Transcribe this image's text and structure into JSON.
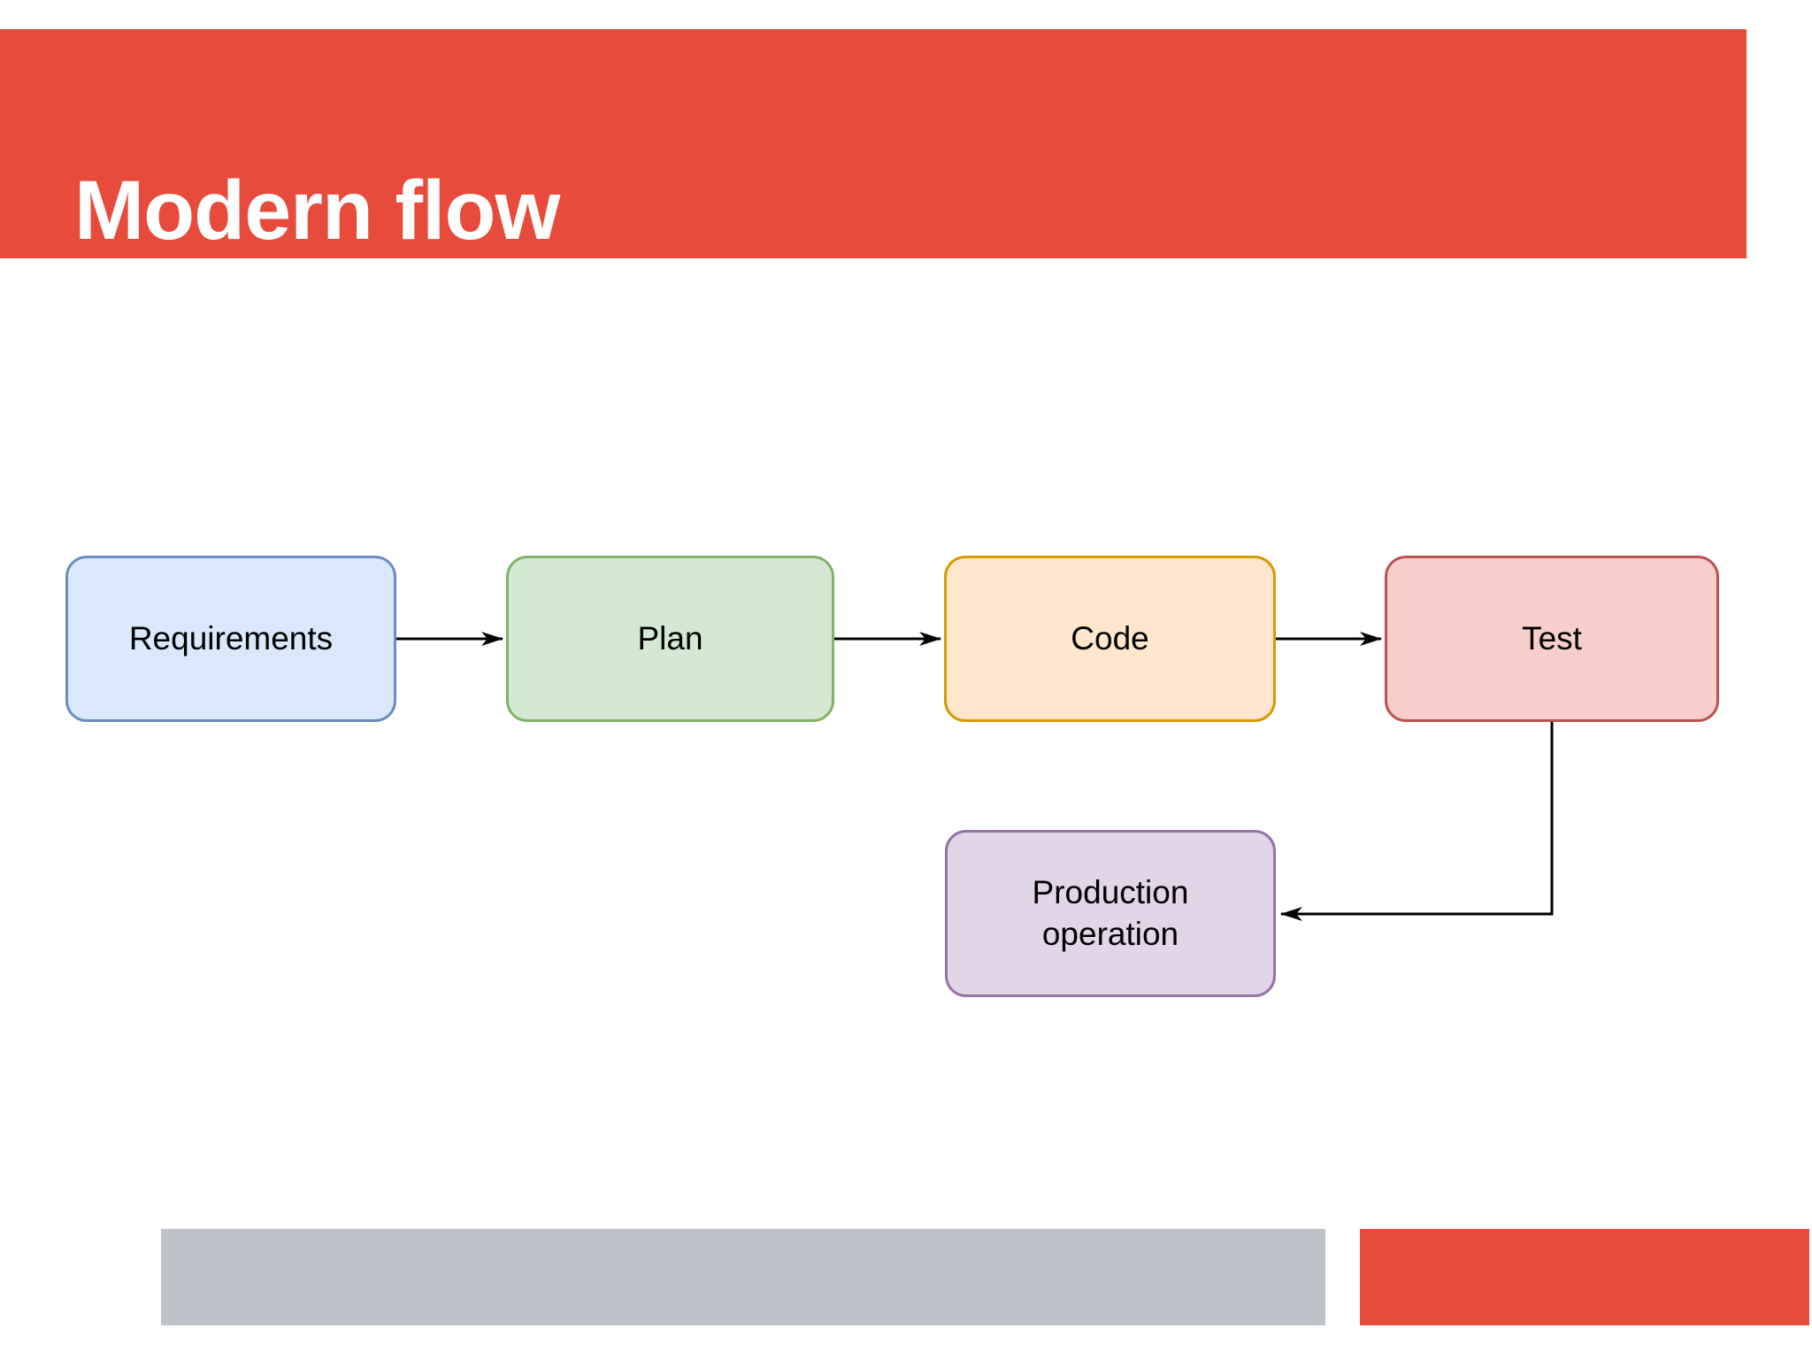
{
  "slide": {
    "title": "Modern flow"
  },
  "colors": {
    "accent_red": "#E64B3C",
    "title_text": "#FFFFFF",
    "label_text": "#000000",
    "arrow": "#000000",
    "footer_gray": "#BEC2C9"
  },
  "flowchart": {
    "nodes": [
      {
        "id": "requirements",
        "label": "Requirements",
        "fill": "#DAE8FC",
        "stroke": "#6C8EBF"
      },
      {
        "id": "plan",
        "label": "Plan",
        "fill": "#D5E8D4",
        "stroke": "#82B366"
      },
      {
        "id": "code",
        "label": "Code",
        "fill": "#FFE6CC",
        "stroke": "#D79B00"
      },
      {
        "id": "test",
        "label": "Test",
        "fill": "#F8CECC",
        "stroke": "#B85450"
      },
      {
        "id": "production",
        "label": "Production operation",
        "fill": "#E1D5E7",
        "stroke": "#9673A6"
      }
    ],
    "edges": [
      {
        "from": "requirements",
        "to": "plan"
      },
      {
        "from": "plan",
        "to": "code"
      },
      {
        "from": "code",
        "to": "test"
      },
      {
        "from": "test",
        "to": "production"
      }
    ]
  }
}
